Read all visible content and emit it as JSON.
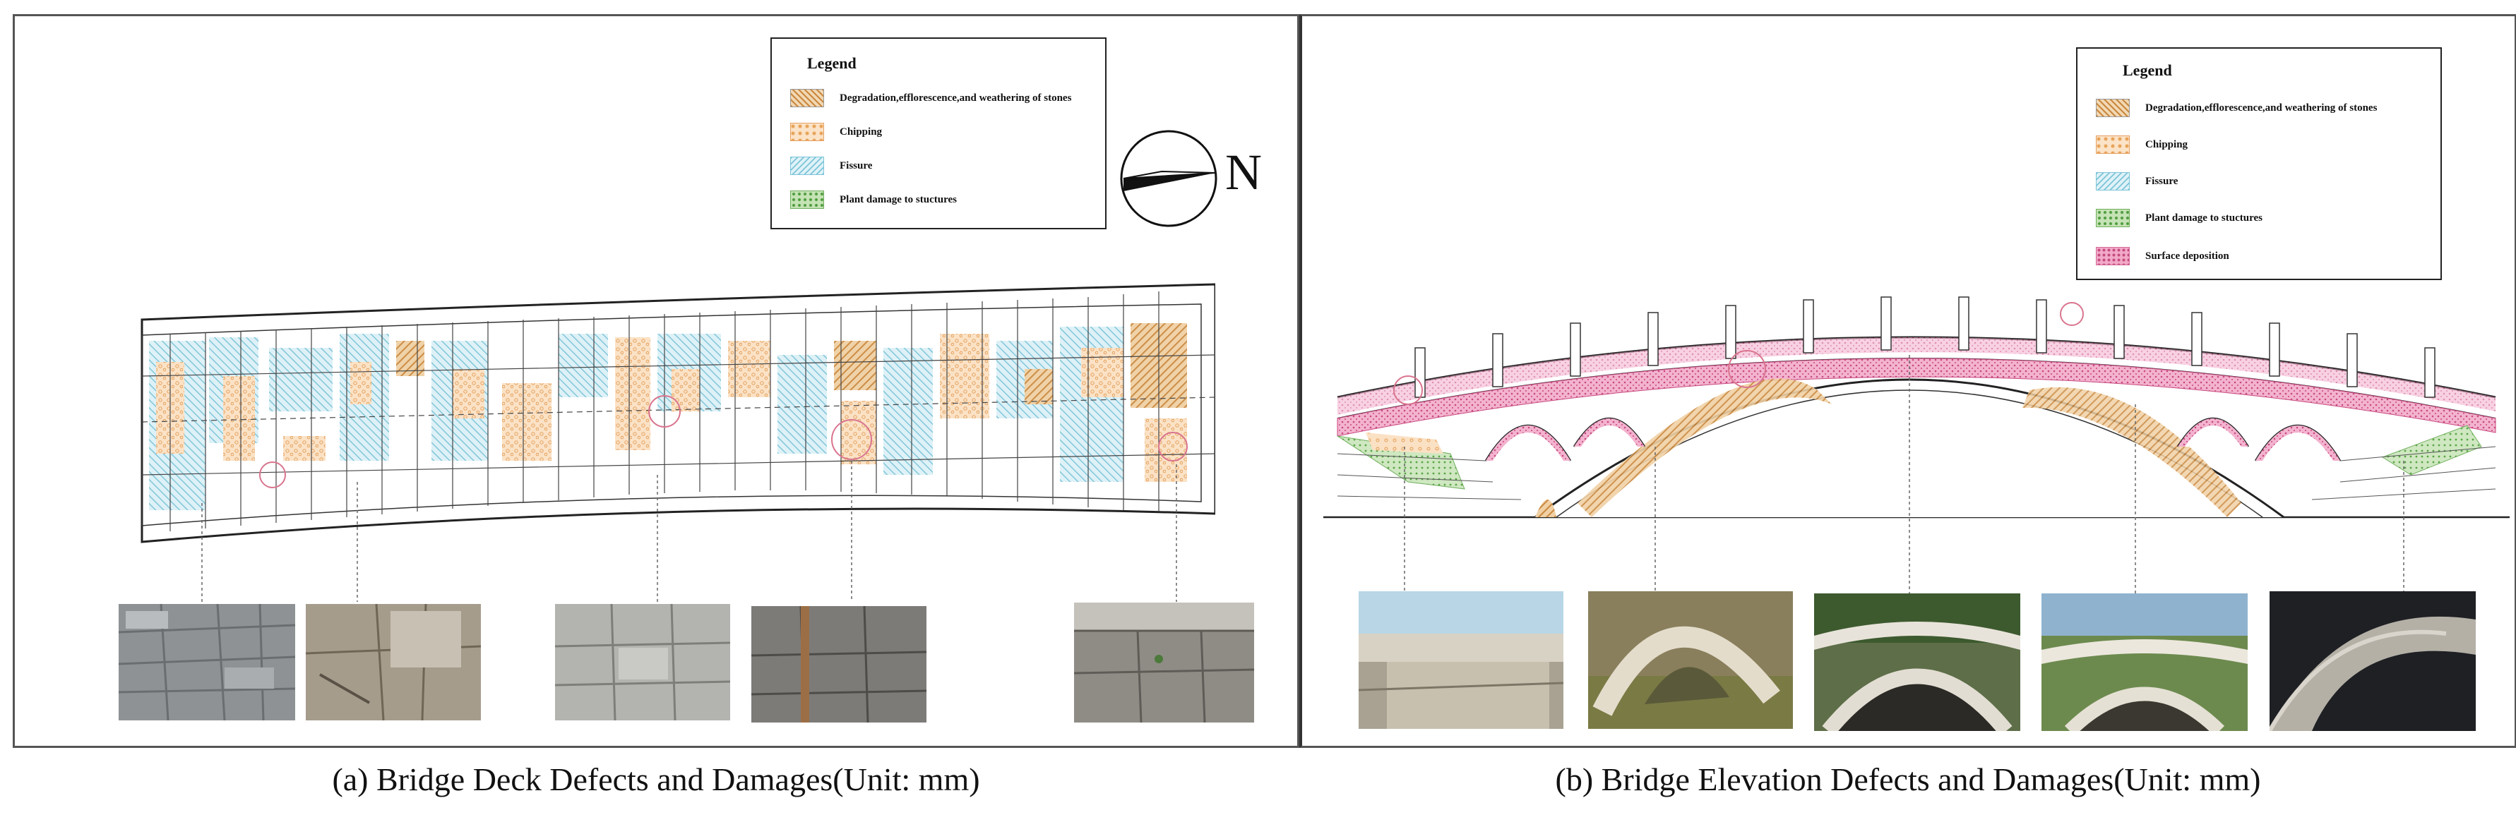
{
  "panel_a": {
    "legend": {
      "title": "Legend",
      "items": [
        {
          "key": "deg",
          "label": "Degradation,efflorescence,and weathering of stones"
        },
        {
          "key": "chip",
          "label": "Chipping"
        },
        {
          "key": "fis",
          "label": "Fissure"
        },
        {
          "key": "plant",
          "label": "Plant damage to stuctures"
        }
      ]
    },
    "north_label": "N",
    "caption": "(a) Bridge Deck Defects and Damages(Unit: mm)"
  },
  "panel_b": {
    "legend": {
      "title": "Legend",
      "items": [
        {
          "key": "deg",
          "label": "Degradation,efflorescence,and weathering of stones"
        },
        {
          "key": "chip",
          "label": "Chipping"
        },
        {
          "key": "fis",
          "label": "Fissure"
        },
        {
          "key": "plant",
          "label": "Plant damage to stuctures"
        },
        {
          "key": "surf",
          "label": "Surface deposition"
        }
      ]
    },
    "caption": "(b) Bridge Elevation Defects and Damages(Unit: mm)"
  },
  "colors": {
    "degradation": "#c9883e",
    "chipping": "#f2c89a",
    "fissure": "#a9dcea",
    "plant": "#a8d495",
    "surface_deposition": "#ee9dbf",
    "line": "#333333"
  },
  "icons": [
    "north-arrow-icon",
    "leader-line-icon"
  ]
}
